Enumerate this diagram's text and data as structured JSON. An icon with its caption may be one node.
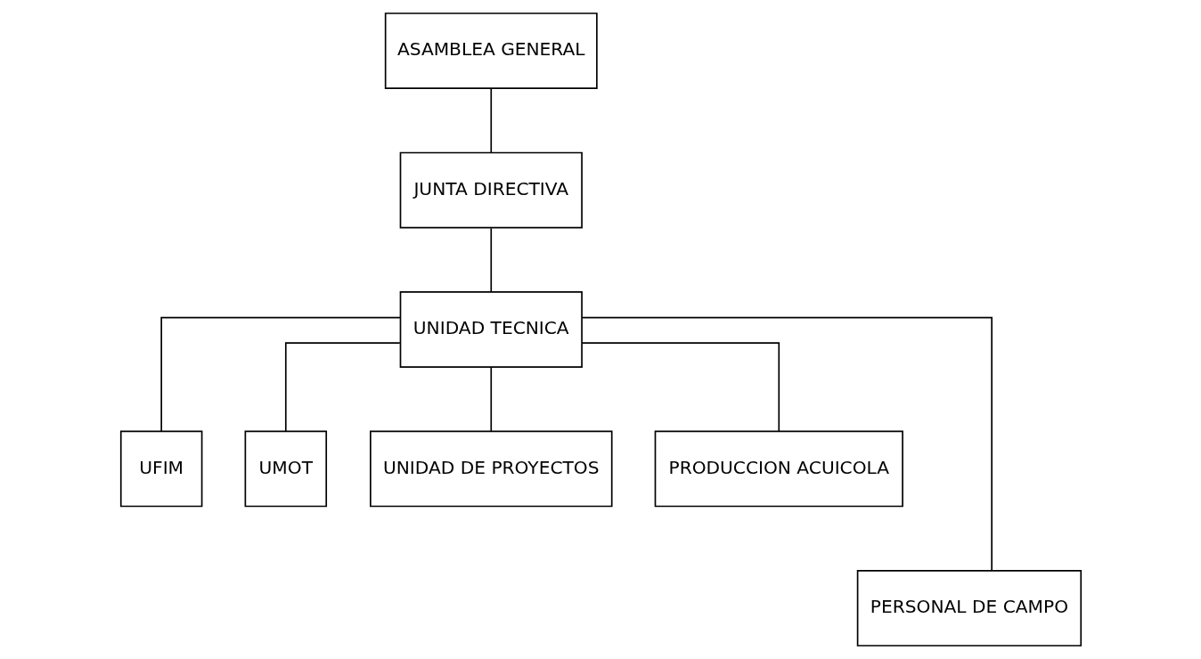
{
  "diagram": {
    "nodes": [
      {
        "text": [
          "ASAMBLEA GENERAL"
        ]
      },
      {
        "text": [
          "JUNTA DIRECTIVA"
        ]
      },
      {
        "text": [
          "UNIDAD TECNICA"
        ]
      },
      {
        "text": [
          "UFIM"
        ]
      },
      {
        "text": [
          "UMOT"
        ]
      },
      {
        "text": [
          "UNIDAD DE PROYECTOS"
        ]
      },
      {
        "text": [
          "PRODUCCION ACUICOLA"
        ]
      },
      {
        "text": [
          "PERSONAL DE CAMPO"
        ]
      }
    ],
    "edges": [
      {
        "from": 0,
        "to": 1,
        "arrow": "none"
      },
      {
        "from": 1,
        "to": 2,
        "arrow": "none"
      },
      {
        "from": 2,
        "to": 3,
        "arrow": "none"
      },
      {
        "from": 2,
        "to": 4,
        "arrow": "none"
      },
      {
        "from": 2,
        "to": 5,
        "arrow": "none"
      },
      {
        "from": 2,
        "to": 6,
        "arrow": "none"
      },
      {
        "from": 2,
        "to": 7,
        "arrow": "none"
      }
    ]
  }
}
